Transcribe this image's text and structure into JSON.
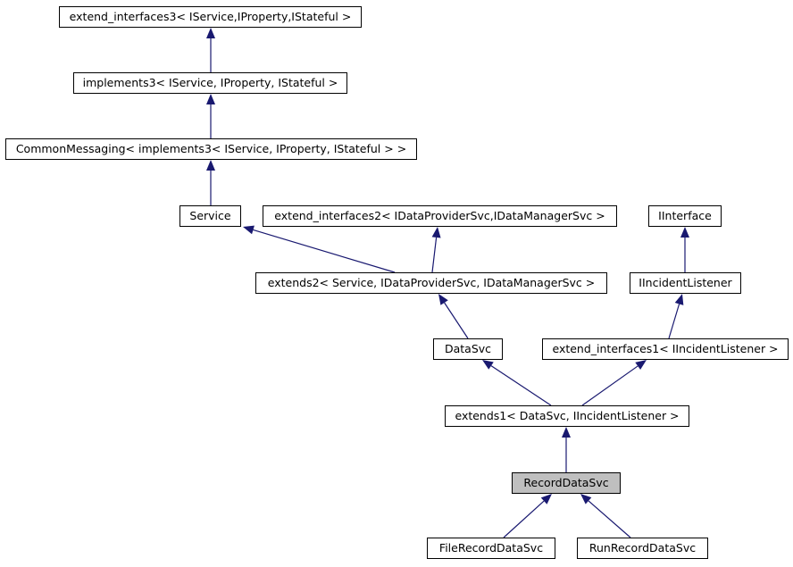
{
  "diagram": {
    "edge_color": "#191970",
    "highlight_color": "#bfbfbf",
    "nodes": {
      "extend_interfaces3": "extend_interfaces3< IService,IProperty,IStateful >",
      "implements3": "implements3< IService, IProperty, IStateful >",
      "common_messaging": "CommonMessaging< implements3< IService, IProperty, IStateful > >",
      "service": "Service",
      "extend_interfaces2": "extend_interfaces2< IDataProviderSvc,IDataManagerSvc >",
      "iinterface": "IInterface",
      "extends2": "extends2< Service, IDataProviderSvc, IDataManagerSvc >",
      "iincident_listener": "IIncidentListener",
      "data_svc": "DataSvc",
      "extend_interfaces1": "extend_interfaces1< IIncidentListener >",
      "extends1": "extends1< DataSvc, IIncidentListener >",
      "record_data_svc": "RecordDataSvc",
      "file_record_data_svc": "FileRecordDataSvc",
      "run_record_data_svc": "RunRecordDataSvc"
    },
    "edges": [
      {
        "from": "implements3",
        "to": "extend_interfaces3"
      },
      {
        "from": "common_messaging",
        "to": "implements3"
      },
      {
        "from": "service",
        "to": "common_messaging"
      },
      {
        "from": "extends2",
        "to": "service"
      },
      {
        "from": "extends2",
        "to": "extend_interfaces2"
      },
      {
        "from": "iincident_listener",
        "to": "iinterface"
      },
      {
        "from": "data_svc",
        "to": "extends2"
      },
      {
        "from": "extend_interfaces1",
        "to": "iincident_listener"
      },
      {
        "from": "extends1",
        "to": "data_svc"
      },
      {
        "from": "extends1",
        "to": "extend_interfaces1"
      },
      {
        "from": "record_data_svc",
        "to": "extends1"
      },
      {
        "from": "file_record_data_svc",
        "to": "record_data_svc"
      },
      {
        "from": "run_record_data_svc",
        "to": "record_data_svc"
      }
    ]
  }
}
